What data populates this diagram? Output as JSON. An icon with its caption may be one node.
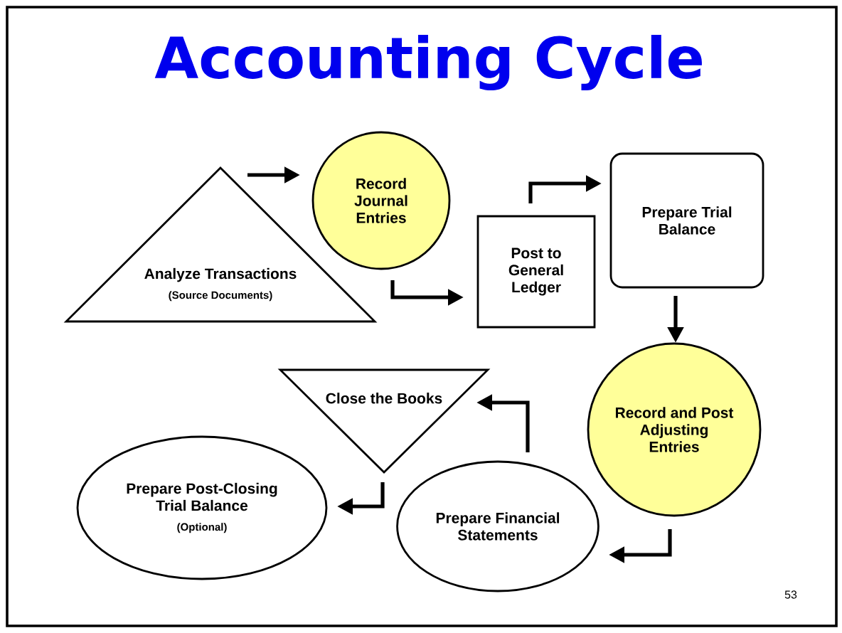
{
  "diagram": {
    "title": "Accounting Cycle",
    "nodes": [
      {
        "text": [
          "Analyze Transactions",
          "(Source Documents)"
        ]
      },
      {
        "text": [
          "Record Journal Entries"
        ]
      },
      {
        "text": [
          "Post to General Ledger"
        ]
      },
      {
        "text": [
          "Prepare Trial Balance"
        ]
      },
      {
        "text": [
          "Record and Post Adjusting Entries"
        ]
      },
      {
        "text": [
          "Prepare Financial Statements"
        ]
      },
      {
        "text": [
          "Close the Books"
        ]
      },
      {
        "text": [
          "Prepare Post-Closing Trial Balance",
          "(Optional)"
        ]
      }
    ],
    "edges": [
      {
        "from": 0,
        "to": 1,
        "arrow": "to"
      },
      {
        "from": 1,
        "to": 2,
        "arrow": "to"
      },
      {
        "from": 2,
        "to": 3,
        "arrow": "to"
      },
      {
        "from": 3,
        "to": 4,
        "arrow": "to"
      },
      {
        "from": 4,
        "to": 5,
        "arrow": "to"
      },
      {
        "from": 5,
        "to": 6,
        "arrow": "to"
      },
      {
        "from": 6,
        "to": 7,
        "arrow": "to"
      }
    ],
    "labels": [
      "53"
    ]
  }
}
